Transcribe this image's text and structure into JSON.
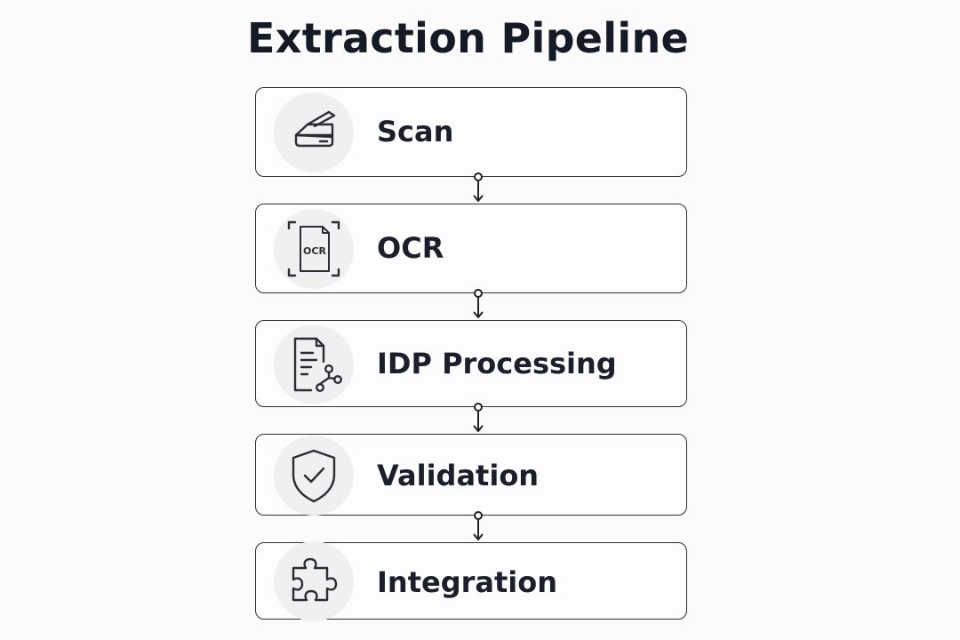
{
  "diagram": {
    "title": "Extraction Pipeline",
    "steps": [
      {
        "label": "Scan",
        "icon": "scanner-icon"
      },
      {
        "label": "OCR",
        "icon": "ocr-icon"
      },
      {
        "label": "IDP Processing",
        "icon": "document-network-icon"
      },
      {
        "label": "Validation",
        "icon": "shield-check-icon"
      },
      {
        "label": "Integration",
        "icon": "puzzle-icon"
      }
    ],
    "ocr_icon_text": "OCR"
  }
}
